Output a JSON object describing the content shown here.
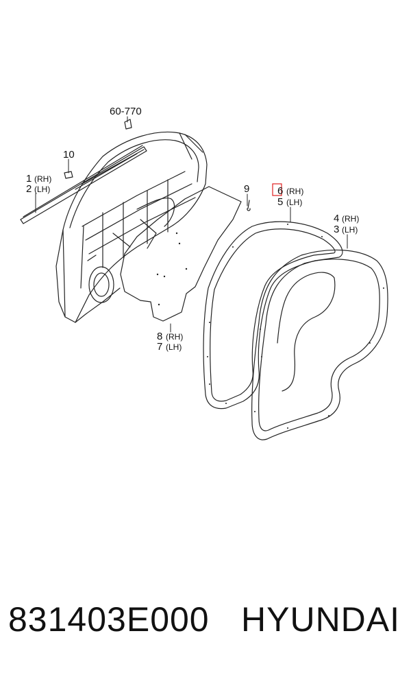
{
  "callouts": {
    "c60770": "60-770",
    "c10": "10",
    "c1": "1",
    "c1_side": "(RH)",
    "c2": "2",
    "c2_side": "(LH)",
    "c9": "9",
    "c6": "6",
    "c6_side": "(RH)",
    "c5": "5",
    "c5_side": "(LH)",
    "c4": "4",
    "c4_side": "(RH)",
    "c3": "3",
    "c3_side": "(LH)",
    "c8": "8",
    "c8_side": "(RH)",
    "c7": "7",
    "c7_side": "(LH)"
  },
  "highlight": {
    "target": "6",
    "color": "#e02020"
  },
  "footer": {
    "part_number": "831403E000",
    "brand": "HYUNDAI"
  }
}
